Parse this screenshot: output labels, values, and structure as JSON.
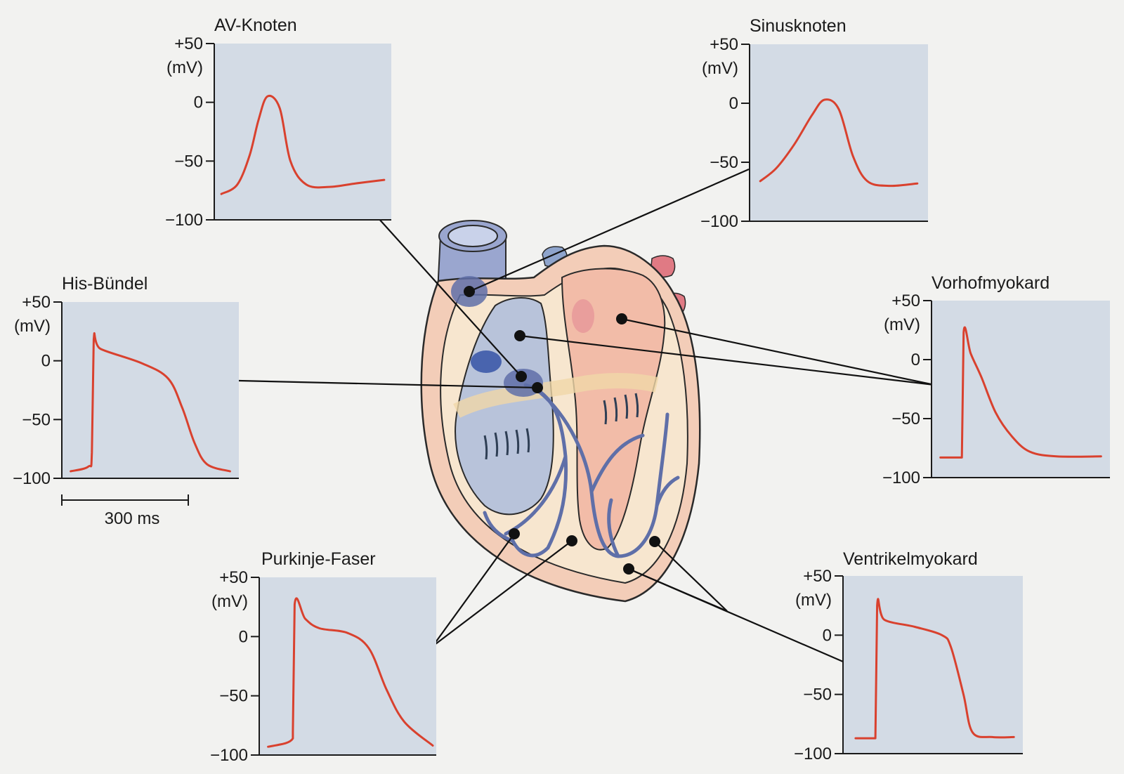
{
  "unit_label": "(mV)",
  "y_ticks": [
    "+50",
    "0",
    "−50",
    "−100"
  ],
  "scale_bar": {
    "label": "300 ms"
  },
  "colors": {
    "background": "#f2f2f0",
    "plot_background": "#d3dbe5",
    "trace": "#d9412e",
    "right_heart": "#b8c3da",
    "left_heart": "#f2bca8",
    "myocardium": "#f6d9c8",
    "conduction": "#5f6fa8"
  },
  "plots": [
    {
      "id": "av",
      "title": "AV-Knoten",
      "trace": [
        [
          0.04,
          -78
        ],
        [
          0.13,
          -70
        ],
        [
          0.2,
          -45
        ],
        [
          0.25,
          -15
        ],
        [
          0.3,
          5
        ],
        [
          0.37,
          -5
        ],
        [
          0.43,
          -50
        ],
        [
          0.52,
          -70
        ],
        [
          0.65,
          -72
        ],
        [
          0.8,
          -69
        ],
        [
          0.96,
          -66
        ]
      ]
    },
    {
      "id": "sinus",
      "title": "Sinusknoten",
      "trace": [
        [
          0.06,
          -66
        ],
        [
          0.15,
          -55
        ],
        [
          0.25,
          -35
        ],
        [
          0.35,
          -10
        ],
        [
          0.42,
          3
        ],
        [
          0.5,
          -5
        ],
        [
          0.58,
          -45
        ],
        [
          0.66,
          -66
        ],
        [
          0.78,
          -70
        ],
        [
          0.94,
          -68
        ]
      ]
    },
    {
      "id": "his",
      "title": "His-Bündel",
      "trace": [
        [
          0.05,
          -94
        ],
        [
          0.15,
          -90
        ],
        [
          0.17,
          -78
        ],
        [
          0.18,
          18
        ],
        [
          0.22,
          10
        ],
        [
          0.45,
          -2
        ],
        [
          0.6,
          -15
        ],
        [
          0.68,
          -40
        ],
        [
          0.75,
          -70
        ],
        [
          0.82,
          -88
        ],
        [
          0.95,
          -94
        ]
      ]
    },
    {
      "id": "vorhof",
      "title": "Vorhofmyokard",
      "trace": [
        [
          0.05,
          -83
        ],
        [
          0.17,
          -83
        ],
        [
          0.17,
          -83
        ],
        [
          0.18,
          23
        ],
        [
          0.22,
          5
        ],
        [
          0.28,
          -15
        ],
        [
          0.36,
          -45
        ],
        [
          0.45,
          -65
        ],
        [
          0.55,
          -78
        ],
        [
          0.7,
          -82
        ],
        [
          0.95,
          -82
        ]
      ]
    },
    {
      "id": "purkinje",
      "title": "Purkinje-Faser",
      "trace": [
        [
          0.05,
          -93
        ],
        [
          0.15,
          -90
        ],
        [
          0.19,
          -86
        ],
        [
          0.19,
          -80
        ],
        [
          0.2,
          27
        ],
        [
          0.26,
          15
        ],
        [
          0.34,
          7
        ],
        [
          0.5,
          3
        ],
        [
          0.62,
          -10
        ],
        [
          0.72,
          -45
        ],
        [
          0.82,
          -72
        ],
        [
          0.98,
          -92
        ]
      ]
    },
    {
      "id": "ventrikel",
      "title": "Ventrikelmyokard",
      "trace": [
        [
          0.07,
          -87
        ],
        [
          0.18,
          -87
        ],
        [
          0.18,
          -87
        ],
        [
          0.19,
          25
        ],
        [
          0.23,
          13
        ],
        [
          0.4,
          7
        ],
        [
          0.55,
          0
        ],
        [
          0.6,
          -10
        ],
        [
          0.67,
          -50
        ],
        [
          0.72,
          -82
        ],
        [
          0.83,
          -86
        ],
        [
          0.95,
          -86
        ]
      ]
    }
  ]
}
